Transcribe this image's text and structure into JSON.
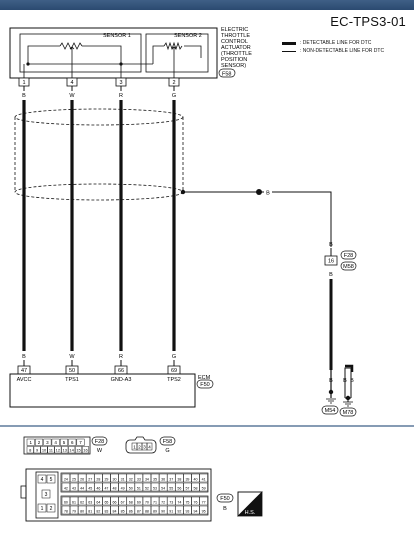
{
  "header": {
    "code": "EC-TPS3-01"
  },
  "legend": {
    "detectable": ": DETECTABLE LINE FOR DTC",
    "non_detectable": ": NON-DETECTABLE LINE FOR DTC"
  },
  "actuator": {
    "sensor1": "SENSOR 1",
    "sensor2": "SENSOR 2",
    "label_lines": [
      "ELECTRIC",
      "THROTTLE",
      "CONTROL",
      "ACTUATOR",
      "(THROTTLE",
      "POSITION",
      "SENSOR)"
    ],
    "connector": "F58"
  },
  "wires": [
    {
      "pin_top": "1",
      "color_top": "B",
      "color_bottom": "B",
      "pin_ecm": "47",
      "ecm_label": "AVCC"
    },
    {
      "pin_top": "4",
      "color_top": "W",
      "color_bottom": "W",
      "pin_ecm": "50",
      "ecm_label": "TPS1"
    },
    {
      "pin_top": "3",
      "color_top": "R",
      "color_bottom": "R",
      "pin_ecm": "66",
      "ecm_label": "GND-A3"
    },
    {
      "pin_top": "2",
      "color_top": "G",
      "color_bottom": "G",
      "pin_ecm": "69",
      "ecm_label": "TPS2"
    }
  ],
  "shield": {
    "color": "B"
  },
  "joint": {
    "pin": "16",
    "conn_a": "F28",
    "conn_b": "M58",
    "color_top": "B",
    "color_bottom": "B"
  },
  "ecm": {
    "name": "ECM",
    "connector": "F50"
  },
  "grounds": {
    "color_a": "B",
    "color_b": "B",
    "color_c": "B",
    "ground_a": "M54",
    "ground_b": "M78"
  },
  "connectors": {
    "f28_row1": [
      "1",
      "2",
      "3",
      "4",
      "5",
      "6",
      "7"
    ],
    "f28_row2": [
      "8",
      "9",
      "10",
      "11",
      "12",
      "13",
      "14",
      "15",
      "16"
    ],
    "f28_name": "F28",
    "f28_color": "W",
    "f58_pins": [
      "1",
      "2",
      "3",
      "4"
    ],
    "f58_name": "F58",
    "f58_color": "G",
    "ecm_big": {
      "left_pins": [
        "4",
        "5",
        "3",
        "1",
        "2"
      ],
      "row1": [
        "24",
        "25",
        "26",
        "27",
        "28",
        "29",
        "30",
        "31",
        "32",
        "33",
        "34",
        "35",
        "36",
        "37",
        "38",
        "39",
        "40",
        "41"
      ],
      "row2": [
        "42",
        "43",
        "44",
        "45",
        "46",
        "47",
        "48",
        "49",
        "50",
        "51",
        "52",
        "53",
        "54",
        "55",
        "56",
        "57",
        "58",
        "59"
      ],
      "row3": [
        "60",
        "61",
        "62",
        "63",
        "64",
        "65",
        "66",
        "67",
        "68",
        "69",
        "70",
        "71",
        "72",
        "73",
        "74",
        "75",
        "76",
        "77"
      ],
      "row4": [
        "78",
        "79",
        "80",
        "81",
        "82",
        "83",
        "84",
        "85",
        "86",
        "87",
        "88",
        "89",
        "90",
        "91",
        "92",
        "93",
        "94",
        "95"
      ]
    },
    "ecm_name": "F50",
    "ecm_color": "B",
    "hs_label": "H.S."
  }
}
